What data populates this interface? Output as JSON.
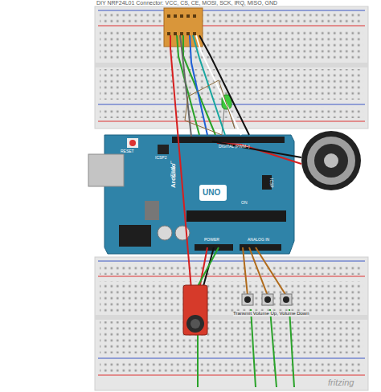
{
  "diagram": {
    "title": "DIY NRF24L01 Connector: VCC, CS, CE, MOSI, SCK, IRQ, MISO, GND",
    "labels": [
      "RESET",
      "ICSP2",
      "L",
      "TX",
      "RX",
      "DIGITAL (PWM~)",
      "Arduino",
      "UNO",
      "ICSP",
      "ON",
      "POWER",
      "ANALOG IN",
      "Transmit Volume Up, Volume Down",
      "fritzing"
    ]
  }
}
